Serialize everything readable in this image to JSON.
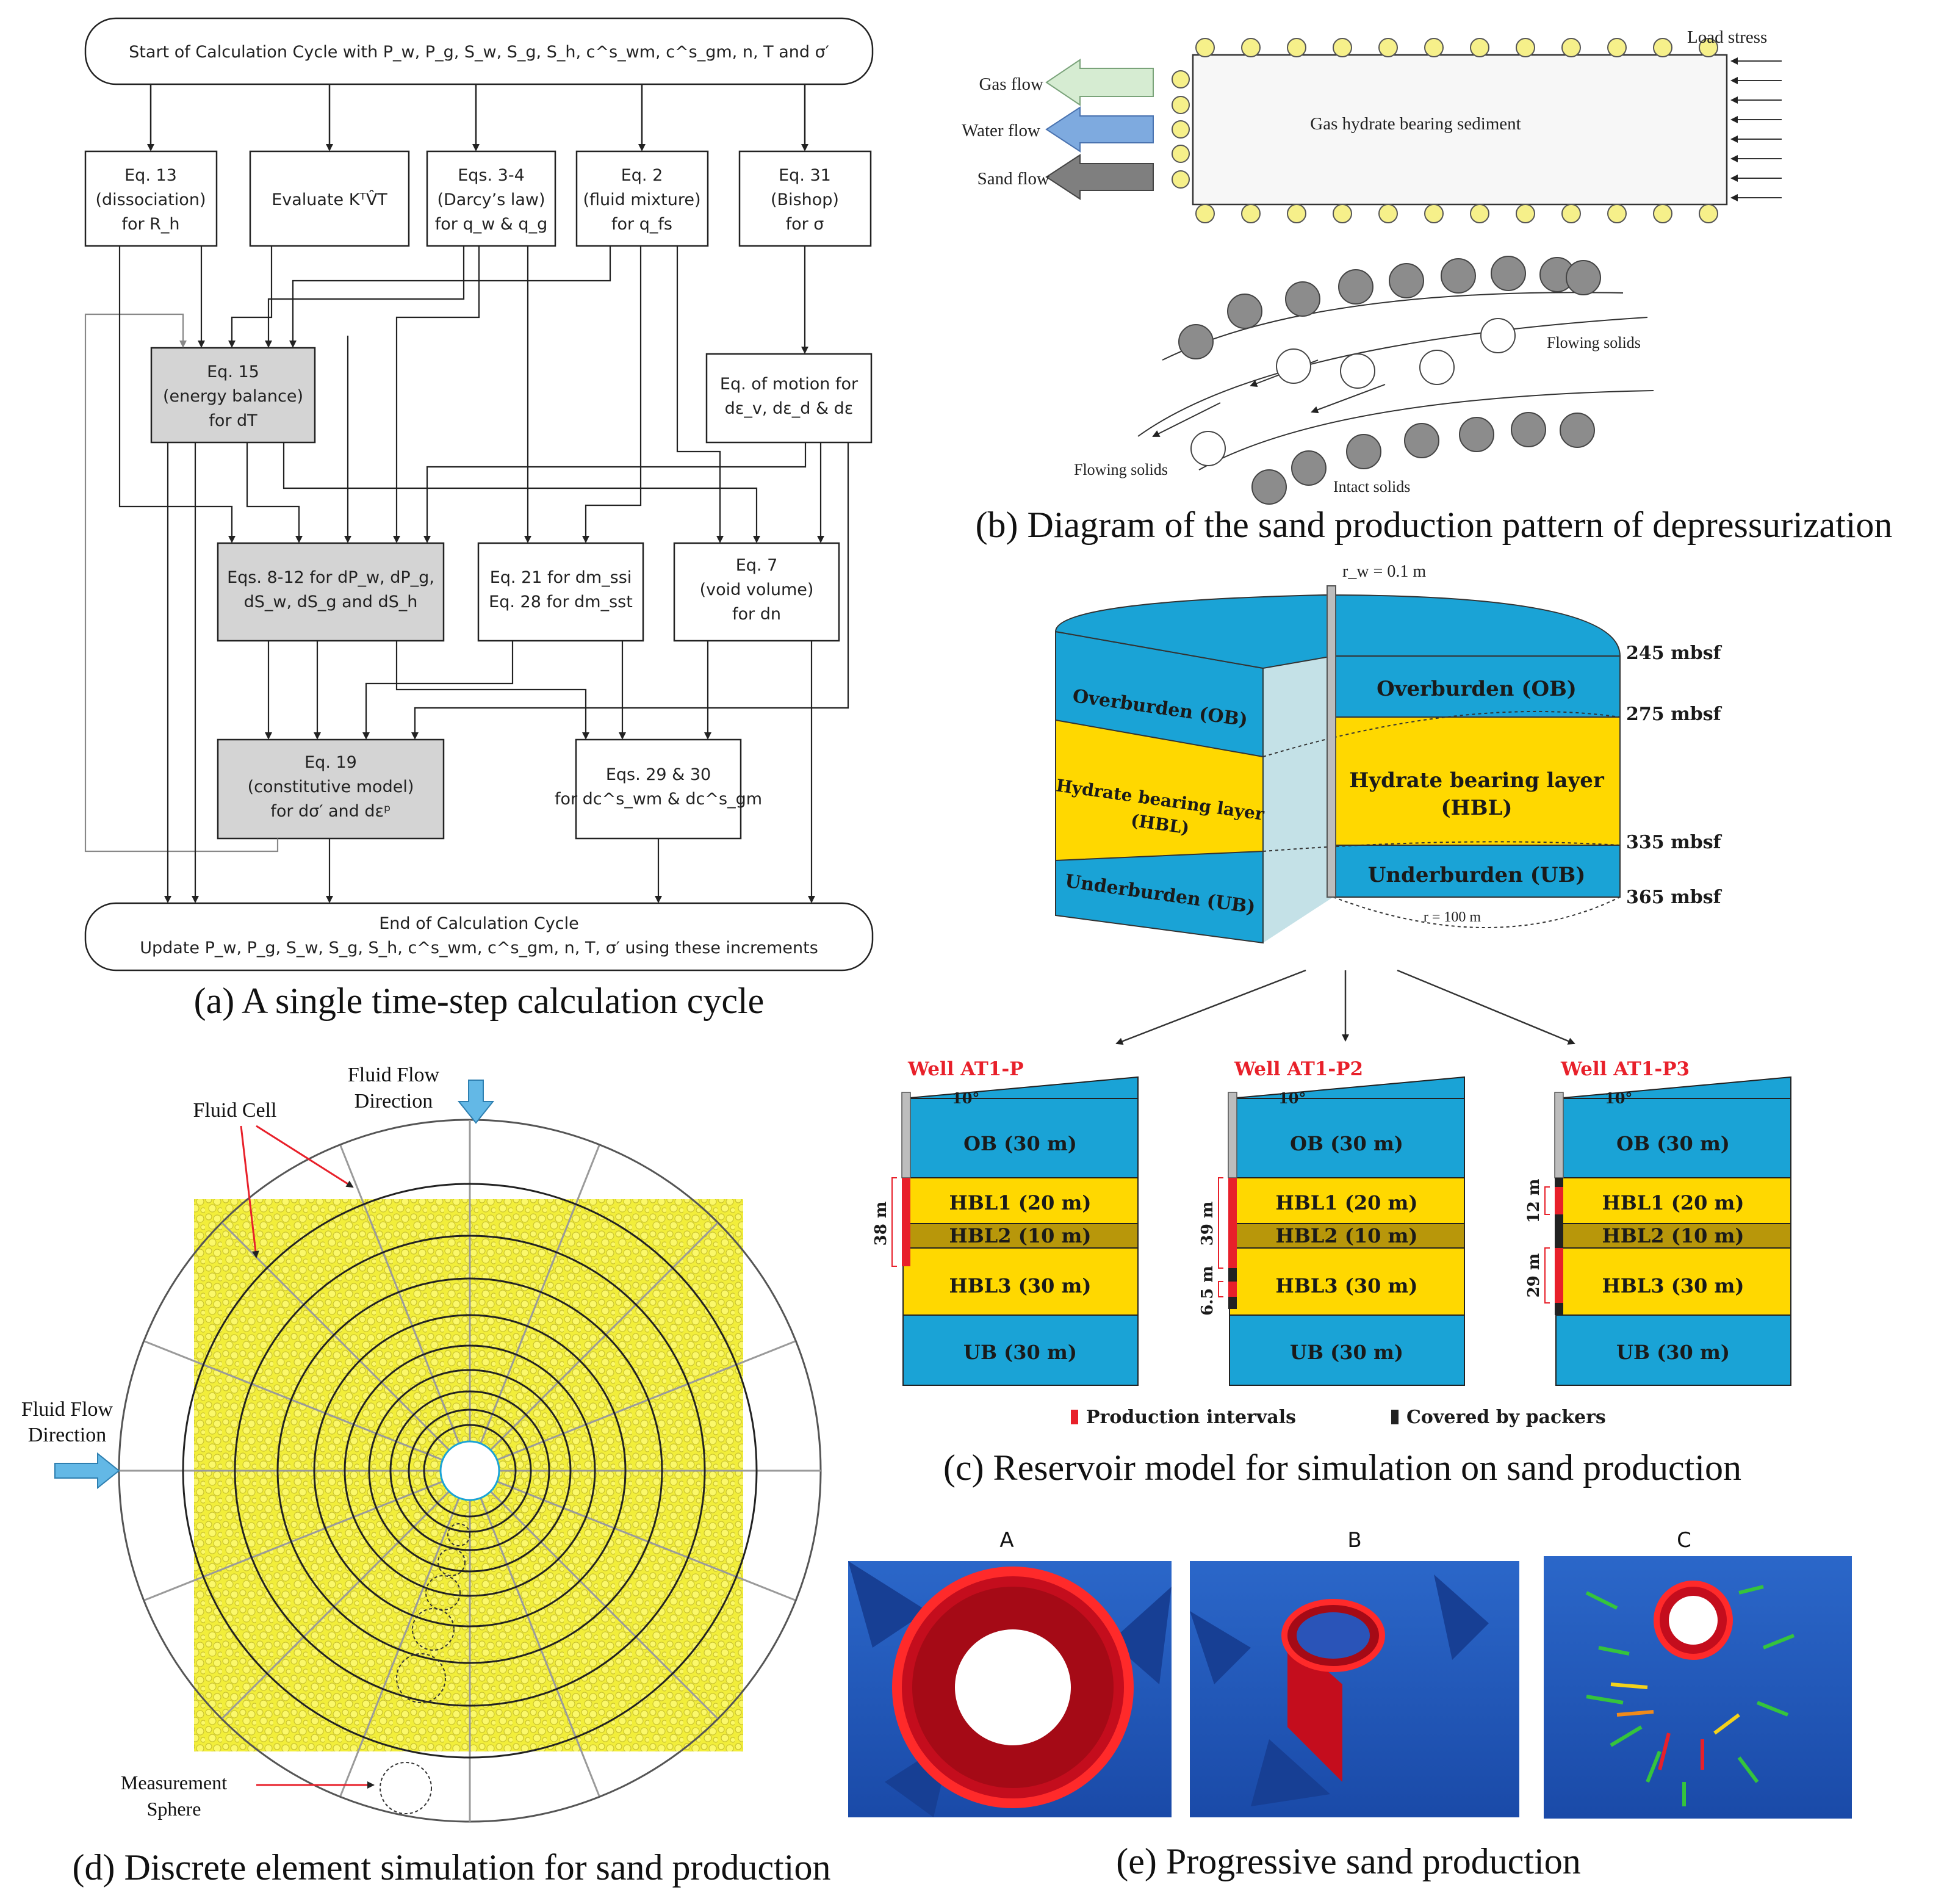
{
  "panel_a": {
    "caption": "(a) A single time-step calculation cycle",
    "start_box": "Start of Calculation Cycle with P_w, P_g, S_w, S_g, S_h, c^s_wm, c^s_gm, n, T and σ′",
    "row1": [
      {
        "l1": "Eq. 13",
        "l2": "(dissociation)",
        "l3": "for R_h"
      },
      {
        "l1": "",
        "l2": "Evaluate KᵀV̂T",
        "l3": ""
      },
      {
        "l1": "Eqs. 3-4",
        "l2": "(Darcy’s  law)",
        "l3": "for q_w & q_g"
      },
      {
        "l1": "Eq. 2",
        "l2": "(fluid mixture)",
        "l3": "for q_fs"
      },
      {
        "l1": "Eq. 31",
        "l2": "(Bishop)",
        "l3": "for σ"
      }
    ],
    "energy_box": {
      "l1": "Eq. 15",
      "l2": "(energy balance)",
      "l3": "for dT"
    },
    "motion_box": {
      "l1": "Eq. of motion for",
      "l2": "dε_v, dε_d & dε"
    },
    "row3": [
      {
        "l1": "Eqs. 8-12 for dP_w, dP_g,",
        "l2": "dS_w, dS_g and dS_h"
      },
      {
        "l1": "Eq. 21 for dm_ssi",
        "l2": "Eq. 28 for dm_sst"
      },
      {
        "l1": "Eq. 7",
        "l2": "(void volume)",
        "l3": "for dn"
      }
    ],
    "constitutive_box": {
      "l1": "Eq. 19",
      "l2": "(constitutive model)",
      "l3": "for dσ′ and dεᵖ"
    },
    "eq29_box": {
      "l1": "Eqs. 29 & 30",
      "l2": "for dc^s_wm & dc^s_gm"
    },
    "end_box": {
      "l1": "End of Calculation Cycle",
      "l2": "Update P_w, P_g, S_w, S_g, S_h, c^s_wm, c^s_gm, n, T, σ′ using these increments"
    }
  },
  "panel_b": {
    "caption": "(b) Diagram of the sand production pattern of depressurization",
    "flows": [
      "Gas flow",
      "Water flow",
      "Sand flow"
    ],
    "load": "Load stress",
    "sediment": "Gas hydrate bearing sediment",
    "flowing_solids_right": "Flowing solids",
    "flowing_solids_left": "Flowing solids",
    "intact": "Intact solids",
    "colors": {
      "gas": "#d6ecd2",
      "water": "#7eaadf",
      "sand": "#7f7f7f",
      "grain": "#f6f08a"
    }
  },
  "panel_c": {
    "caption": "(c) Reservoir model for simulation on sand production",
    "rw": "r_w = 0.1 m",
    "radius": "r = 100 m",
    "depths": [
      "245 mbsf",
      "275 mbsf",
      "335 mbsf",
      "365 mbsf"
    ],
    "cyl_labels": {
      "ob": "Overburden (OB)",
      "hbl1": "Hydrate bearing layer",
      "hbl2": "(HBL)",
      "ub": "Underburden (UB)"
    },
    "wells": [
      {
        "name": "Well AT1-P",
        "notes": [
          "38 m"
        ]
      },
      {
        "name": "Well AT1-P2",
        "notes": [
          "39 m",
          "6.5 m"
        ]
      },
      {
        "name": "Well AT1-P3",
        "notes": [
          "12 m",
          "29 m"
        ]
      }
    ],
    "angle": "10°",
    "layers": [
      "OB (30 m)",
      "HBL1 (20 m)",
      "HBL2 (10 m)",
      "HBL3 (30 m)",
      "UB (30 m)"
    ],
    "legend": {
      "production": "Production intervals",
      "packers": "Covered by packers"
    },
    "colors": {
      "blue": "#1aa3d6",
      "yellow": "#ffd800",
      "hbl2": "#b8970a",
      "red": "#e8202a"
    }
  },
  "panel_d": {
    "caption": "(d) Discrete element simulation for sand production",
    "fluid_cell": "Fluid Cell",
    "flow_top_1": "Fluid Flow",
    "flow_top_2": "Direction",
    "flow_left_1": "Fluid Flow",
    "flow_left_2": "Direction",
    "measure_1": "Measurement",
    "measure_2": "Sphere"
  },
  "panel_e": {
    "caption": "(e)  Progressive sand production",
    "labels": [
      "A",
      "B",
      "C"
    ]
  }
}
